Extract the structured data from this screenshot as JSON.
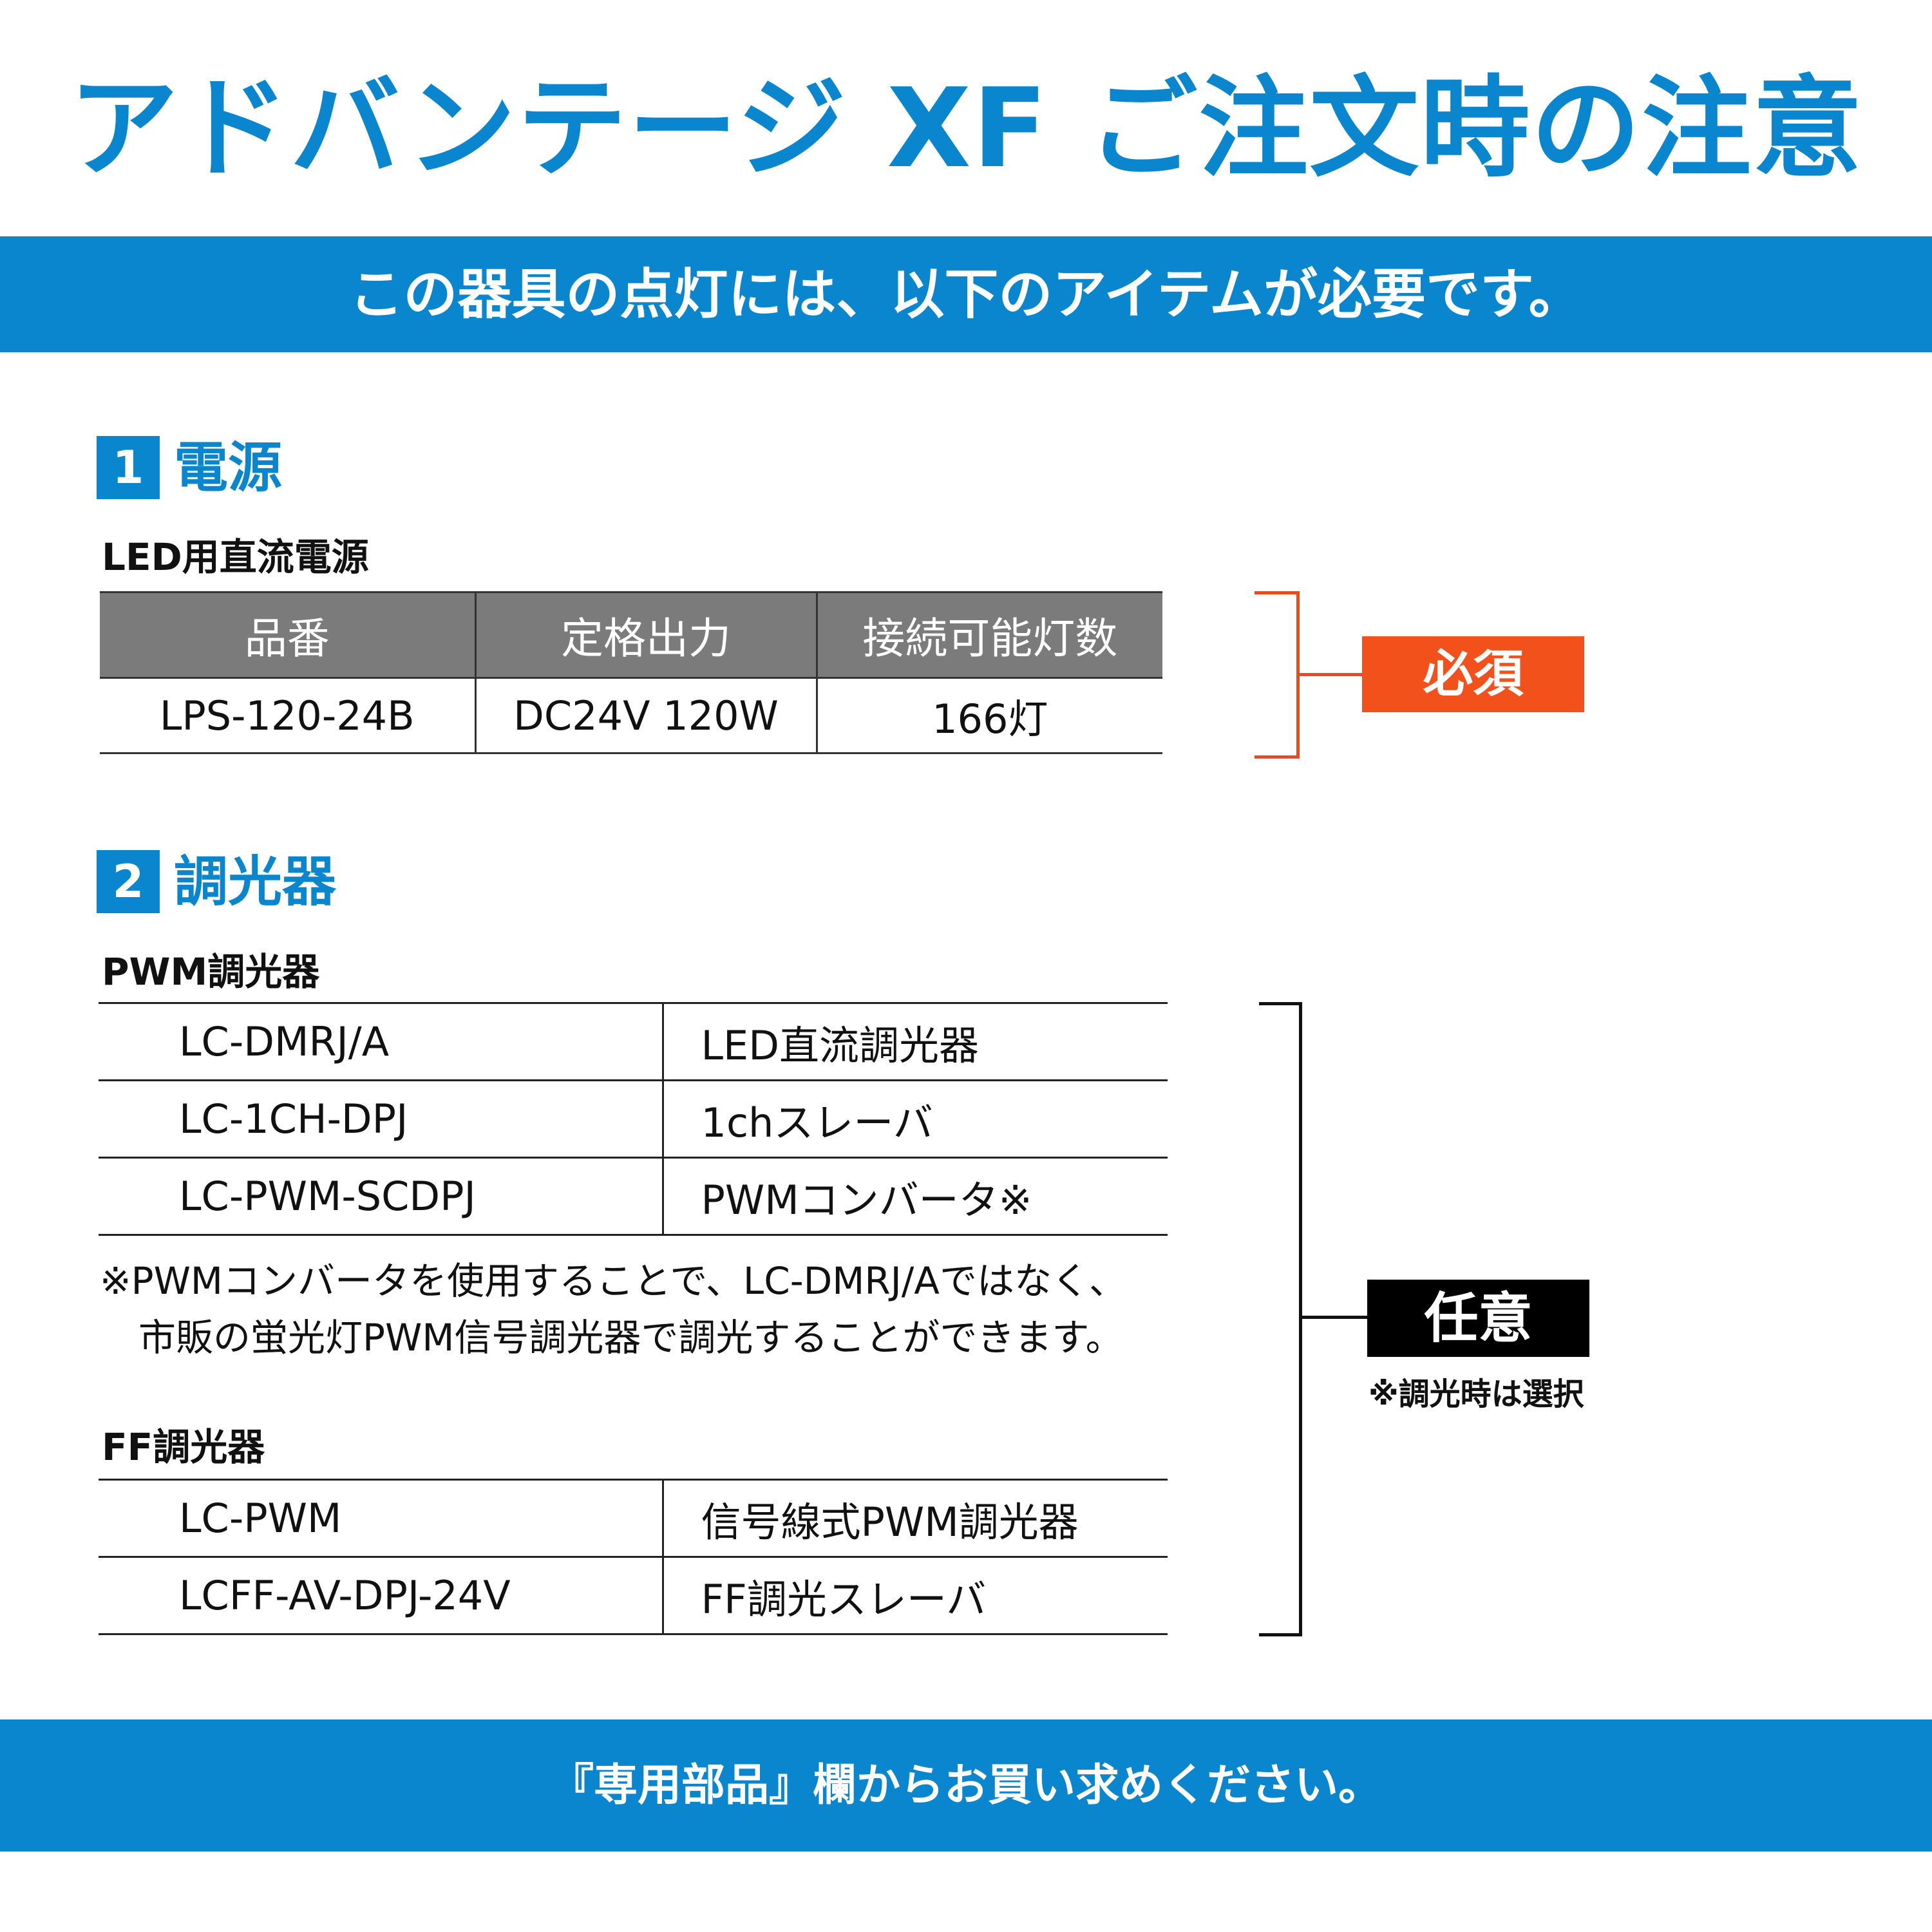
{
  "header": {
    "title": "アドバンテージ XF ご注文時の注意",
    "subtitle": "この器具の点灯には、以下のアイテムが必要です。"
  },
  "section1": {
    "number": "1",
    "title": "電源",
    "subtitle": "LED用直流電源",
    "columns": [
      "品番",
      "定格出力",
      "接続可能灯数"
    ],
    "row": [
      "LPS-120-24B",
      "DC24V 120W",
      "166灯"
    ],
    "badge": "必須"
  },
  "section2": {
    "number": "2",
    "title": "調光器",
    "pwm": {
      "subtitle": "PWM調光器",
      "rows": [
        [
          "LC-DMRJ/A",
          "LED直流調光器"
        ],
        [
          "LC-1CH-DPJ",
          "1chスレーバ"
        ],
        [
          "LC-PWM-SCDPJ",
          "PWMコンバータ※"
        ]
      ],
      "note_line1": "※PWMコンバータを使用することで、LC-DMRJ/Aではなく、",
      "note_line2": "市販の蛍光灯PWM信号調光器で調光することができます。"
    },
    "ff": {
      "subtitle": "FF調光器",
      "rows": [
        [
          "LC-PWM",
          "信号線式PWM調光器"
        ],
        [
          "LCFF-AV-DPJ-24V",
          "FF調光スレーバ"
        ]
      ]
    },
    "badge": "任意",
    "badge_note": "※調光時は選択"
  },
  "footer": {
    "text": "『専用部品』欄からお買い求めください。"
  },
  "colors": {
    "accent_blue": "#0a86cf",
    "required_orange": "#f2511c",
    "optional_black": "#000000",
    "header_gray": "#7b7b7b"
  }
}
